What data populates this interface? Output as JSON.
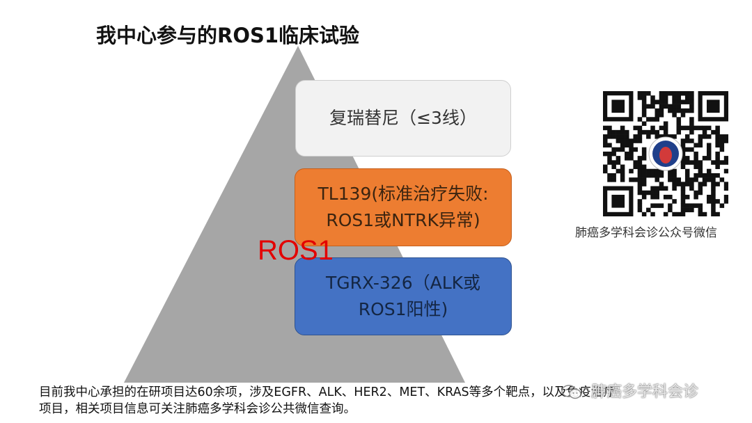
{
  "slide": {
    "title": "我中心参与的ROS1临床试验",
    "label": "ROS1",
    "trials": [
      {
        "line1": "复瑞替尼（≤3线）",
        "line2": ""
      },
      {
        "line1": "TL139(标准治疗失败:",
        "line2": "ROS1或NTRK异常)"
      },
      {
        "line1": "TGRX-326（ALK或",
        "line2": "ROS1阳性)"
      }
    ],
    "qr_caption": "肺癌多学科会诊公众号微信",
    "footer_line1": "目前我中心承担的在研项目达60余项，涉及EGFR、ALK、HER2、MET、KRAS等多个靶点，以及免疫治疗",
    "footer_line2": "项目，相关项目信息可关注肺癌多学科会诊公共微信查询。",
    "watermark": "肺癌多学科会诊"
  },
  "colors": {
    "pyramid": "#a6a6a6",
    "trial1": "#f2f2f2",
    "trial2": "#ed7d31",
    "trial3": "#4472c4",
    "label": "#e30000"
  },
  "icons": {
    "qr": "qr-code-icon",
    "watermark": "wechat-icon"
  }
}
